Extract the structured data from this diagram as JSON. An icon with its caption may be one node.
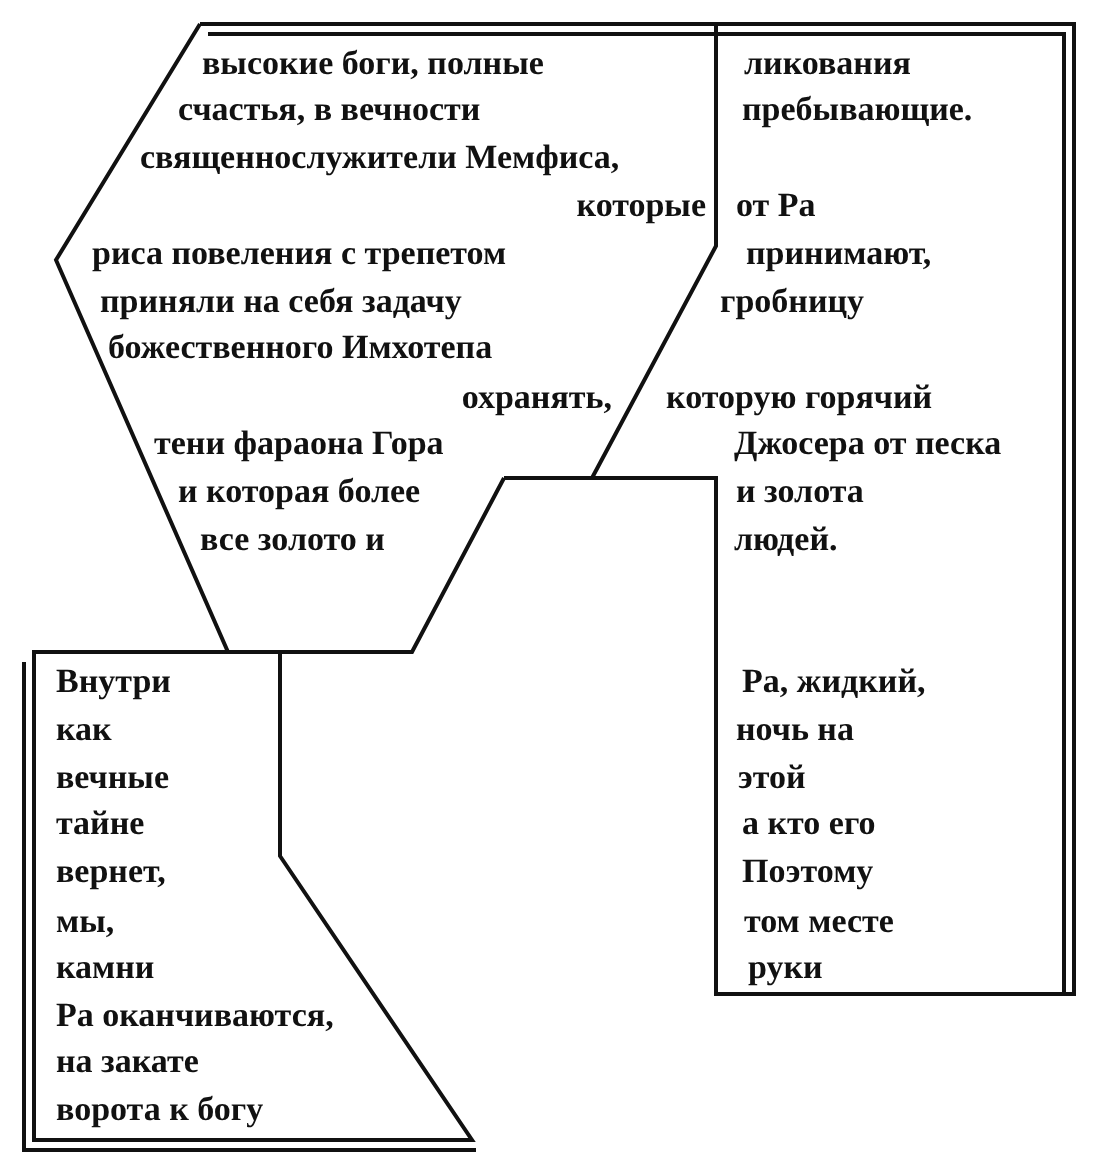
{
  "diagram": {
    "nodes": [
      {
        "text": [
          "высокие боги, полные",
          "счастья, в вечности",
          "священнослужители Мемфиса,",
          "которые",
          "риса повеления с трепетом",
          "приняли на себя задачу",
          "божественного Имхотепа",
          "охранять,",
          "тени фараона Гора",
          "и которая более",
          "все золото и"
        ]
      },
      {
        "text": [
          "ликования",
          "пребывающие.",
          "от Ра",
          "принимают,",
          "гробницу",
          "которую горячий",
          "Джосера от песка",
          "и золота",
          "людей.",
          "Ра, жидкий,",
          "ночь на",
          "этой",
          "а кто его",
          "Поэтому",
          "том месте",
          "руки"
        ]
      },
      {
        "text": [
          "Внутри",
          "как",
          "вечные",
          "тайне",
          "вернет,",
          "мы,",
          "камни",
          "Ра оканчиваются,",
          "на закате",
          "ворота к богу"
        ]
      }
    ]
  }
}
